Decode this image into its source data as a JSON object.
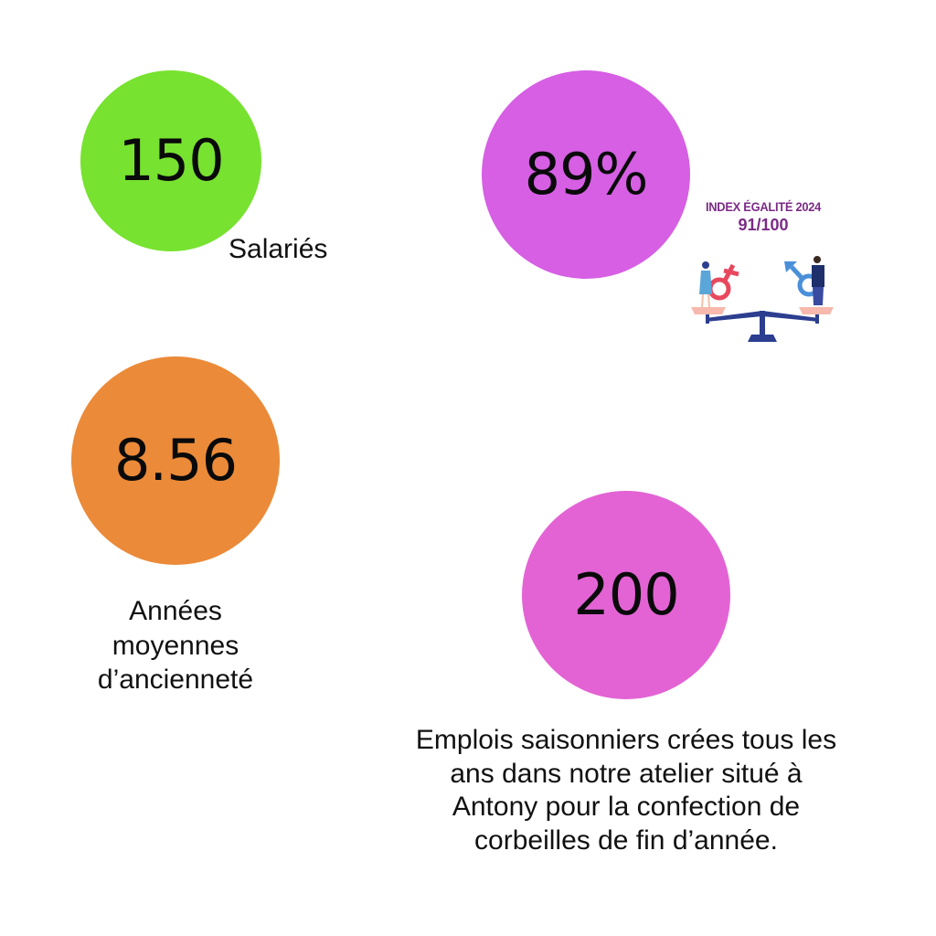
{
  "stats": {
    "salaries": {
      "value": "150",
      "label": "Salariés",
      "color": "#77e22f"
    },
    "egalite": {
      "value": "89%",
      "color": "#d65fe4"
    },
    "anciennete": {
      "value": "8.56",
      "label": "Années moyennes d’ancienneté",
      "label_lines": [
        "Années",
        "moyennes",
        "d’ancienneté"
      ],
      "color": "#eb8a38"
    },
    "saisonniers": {
      "value": "200",
      "label_lines": [
        "Emplois saisonniers crées tous les",
        "ans dans notre atelier situé à",
        "Antony pour la confection de",
        "corbeilles de fin d’année."
      ],
      "color": "#e363d4"
    }
  },
  "badge": {
    "title": "INDEX ÉGALITÉ 2024",
    "score": "91/100",
    "text_color": "#7b2a86",
    "female_symbol_color": "#e8485e",
    "male_symbol_color": "#4a90d9",
    "scale_color": "#2c3e8f",
    "plate_color": "#f7b9ad"
  }
}
